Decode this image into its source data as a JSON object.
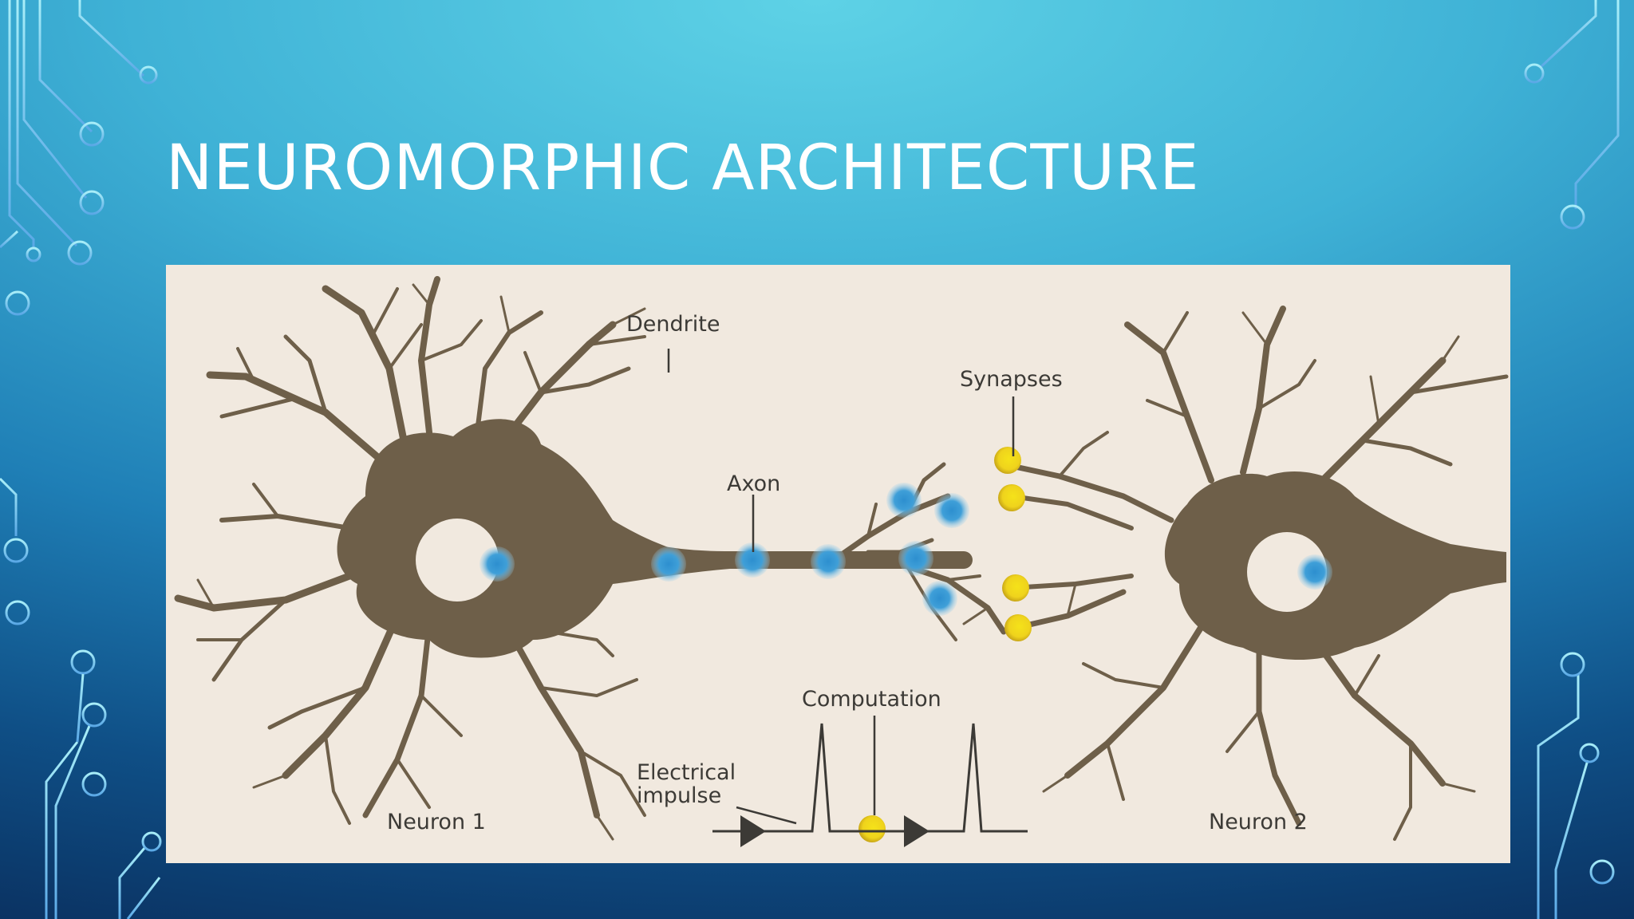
{
  "slide": {
    "title": "NEUROMORPHIC ARCHITECTURE"
  },
  "diagram": {
    "labels": {
      "dendrite": "Dendrite",
      "synapses": "Synapses",
      "axon": "Axon",
      "computation": "Computation",
      "electrical_impulse_line1": "Electrical",
      "electrical_impulse_line2": "impulse",
      "neuron1": "Neuron 1",
      "neuron2": "Neuron 2"
    },
    "colors": {
      "neuron": "#6e5f49",
      "signal_dots": "#2d8fcf",
      "synapses": "#f2d91c",
      "background": "#f1e9df"
    }
  },
  "decoration": {
    "circuit_line_color": "#9fe6f4"
  }
}
